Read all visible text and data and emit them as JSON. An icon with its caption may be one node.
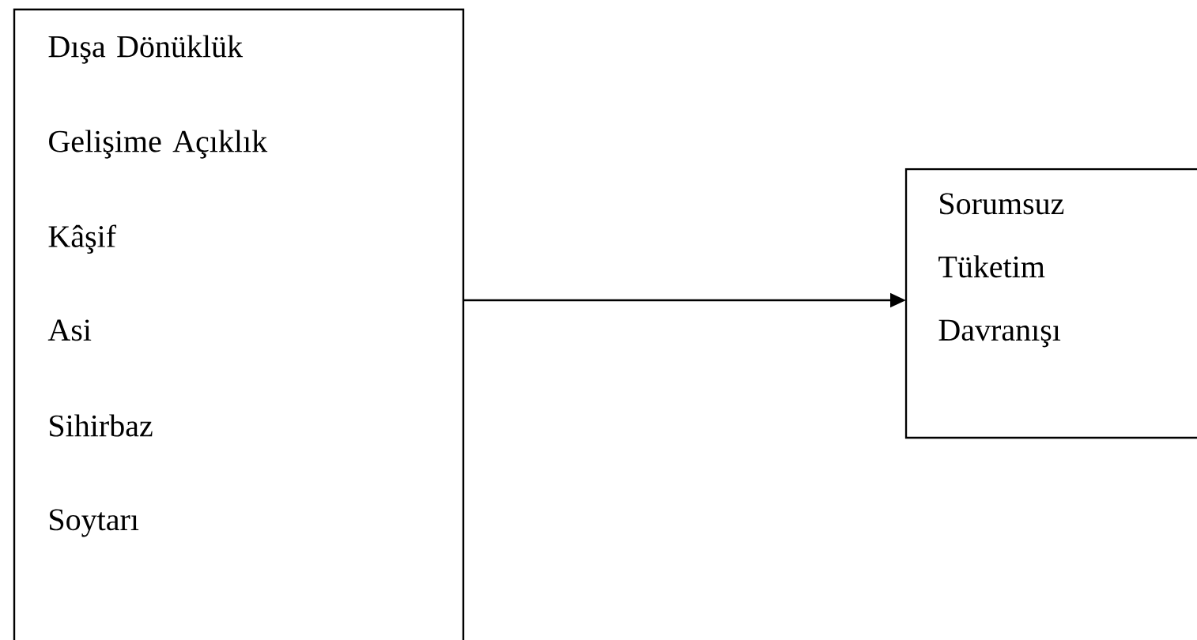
{
  "diagram": {
    "nodes": [
      {
        "text": [
          "Dışa Dönüklük",
          "Gelişime Açıklık",
          "Kâşif",
          "Asi",
          "Sihirbaz",
          "Soytarı"
        ]
      },
      {
        "text": [
          "Sorumsuz Tüketim Davranışı"
        ]
      }
    ],
    "edges": [
      {
        "from": 0,
        "to": 1,
        "arrow": "to"
      }
    ]
  }
}
